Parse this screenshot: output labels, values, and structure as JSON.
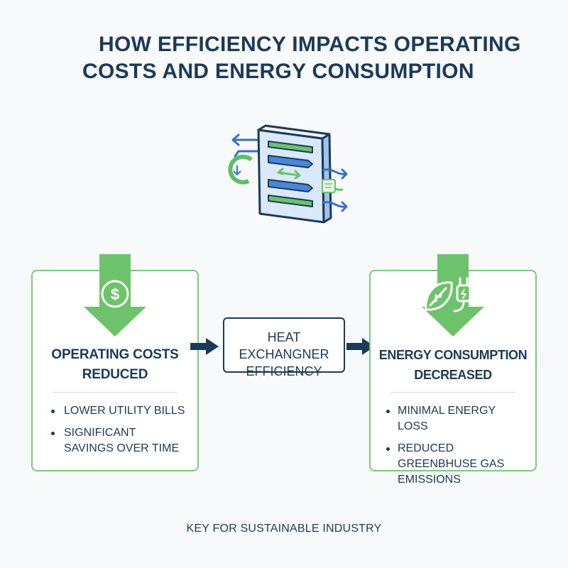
{
  "title": {
    "line1": "HOW EFFICIENCY IMPACTS OPERATING",
    "line2": "COSTS AND ENERGY CONSUMPTION"
  },
  "center": {
    "line1": "HEAT EXCHANGNER",
    "line2": "EFFICIENCY"
  },
  "left_card": {
    "heading_line1": "OPERATING COSTS",
    "heading_line2": "REDUCED",
    "icon": "dollar-coin-icon",
    "bullets": [
      "LOWER UTILITY BILLS",
      "SIGNIFICANT SAVINGS OVER TIME"
    ]
  },
  "right_card": {
    "heading_line1": "ENERGY CONSUMPTION",
    "heading_line2": "DECREASED",
    "icon": "leaf-plug-icon",
    "bullets": [
      "MINIMAL ENERGY LOSS",
      "REDUCED GREENBHUSE GAS EMISSIONS"
    ]
  },
  "footer": "KEY FOR SUSTAINABLE INDUSTRY",
  "colors": {
    "navy": "#1b3a57",
    "green": "#6cc36b",
    "green_border": "#7cc97a",
    "blue": "#4a86d9",
    "light_blue": "#d7e7fa"
  }
}
